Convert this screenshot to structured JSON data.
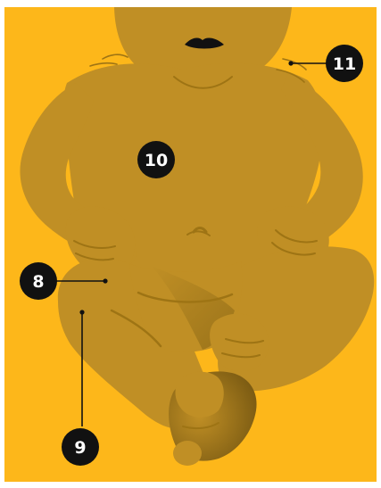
{
  "colors": {
    "background": "#FDB71A",
    "body": "#C08F25",
    "shadow": "#9E7414",
    "marker": "#111111",
    "marker_text": "#FFFFFF"
  },
  "callouts": [
    {
      "id": "c10",
      "label": "10"
    },
    {
      "id": "c11",
      "label": "11"
    },
    {
      "id": "c8",
      "label": "8"
    },
    {
      "id": "c9",
      "label": "9"
    }
  ]
}
